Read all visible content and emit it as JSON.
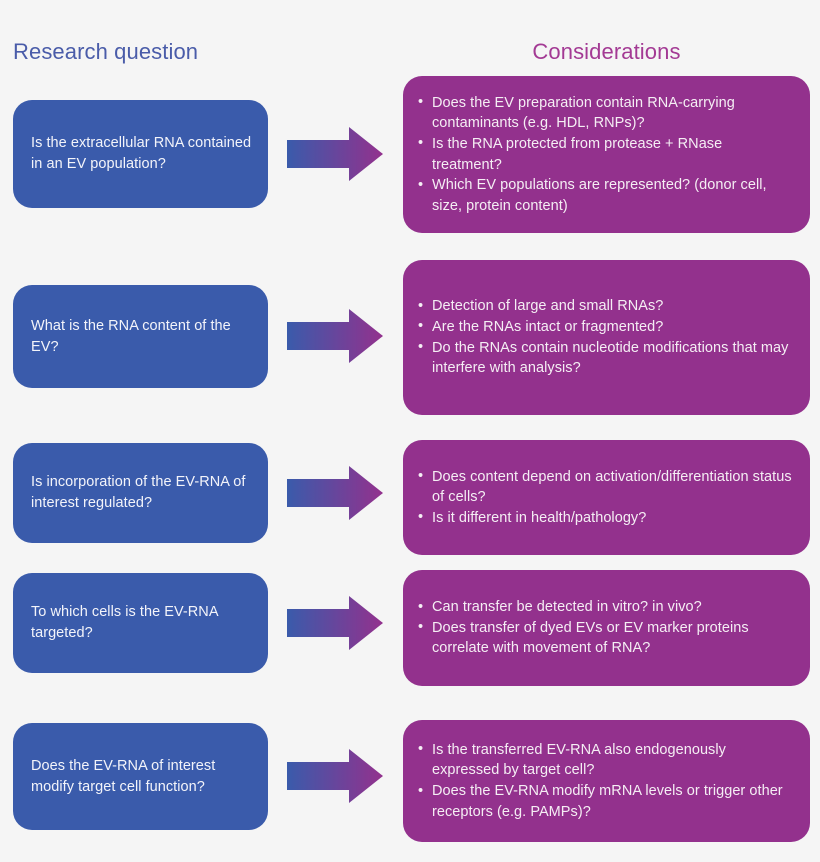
{
  "headers": {
    "left": "Research question",
    "right": "Considerations"
  },
  "colors": {
    "background": "#f5f5f5",
    "question_box": "#3a5bab",
    "consideration_box": "#93318d",
    "header_left_text": "#4a5ca9",
    "header_right_text": "#a33a94",
    "arrow_gradient_start": "#3a5bab",
    "arrow_gradient_end": "#93318d"
  },
  "bullet_glyph": "•",
  "rows": [
    {
      "question": "Is the extracellular RNA contained in an EV population?",
      "considerations": [
        "Does the EV preparation contain RNA-carrying contaminants (e.g. HDL, RNPs)?",
        "Is the RNA protected from protease + RNase treatment?",
        "Which EV populations are represented? (donor cell, size, protein content)"
      ]
    },
    {
      "question": "What is the RNA content of the EV?",
      "considerations": [
        "Detection of large and small RNAs?",
        "Are the RNAs intact or fragmented?",
        "Do the RNAs contain nucleotide modifications that may interfere with analysis?"
      ]
    },
    {
      "question": "Is incorporation of the EV-RNA of interest regulated?",
      "considerations": [
        "Does content depend on activation/differentiation status of cells?",
        "Is it different in health/pathology?"
      ]
    },
    {
      "question": "To which cells is the EV-RNA targeted?",
      "considerations": [
        "Can transfer be detected in vitro? in vivo?",
        "Does transfer of dyed EVs or EV marker proteins correlate with movement of RNA?"
      ]
    },
    {
      "question": "Does the EV-RNA of interest modify target cell function?",
      "considerations": [
        "Is the transferred EV-RNA also endogenously expressed by target cell?",
        "Does the EV-RNA modify mRNA levels or trigger other receptors (e.g. PAMPs)?"
      ]
    }
  ]
}
